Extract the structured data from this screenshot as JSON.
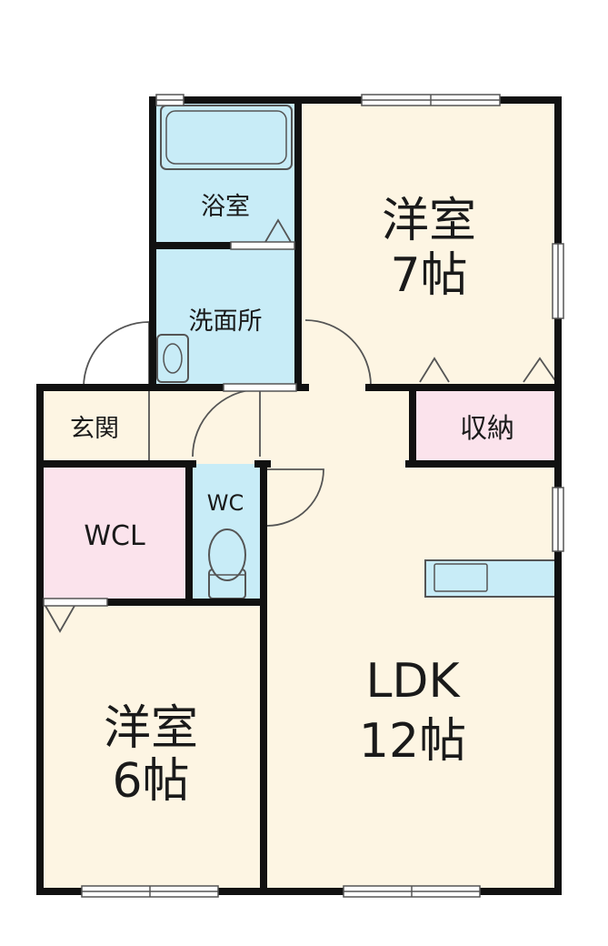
{
  "colors": {
    "wall": "#111111",
    "room_floor": "#fdf5e3",
    "wet_area": "#c8ecf7",
    "storage": "#fbe3ec",
    "outline": "#555555"
  },
  "rooms": {
    "bathroom": {
      "label": "浴室"
    },
    "washroom": {
      "label": "洗面所"
    },
    "western_room_large": {
      "label_line1": "洋室",
      "label_line2": "7帖"
    },
    "entrance": {
      "label": "玄関"
    },
    "storage": {
      "label": "収納"
    },
    "toilet": {
      "label": "WC"
    },
    "walk_in_closet": {
      "label": "WCL"
    },
    "western_room_small": {
      "label_line1": "洋室",
      "label_line2": "6帖"
    },
    "ldk": {
      "label_line1": "LDK",
      "label_line2": "12帖"
    }
  },
  "icons": [
    "bathtub-icon",
    "sink-icon",
    "toilet-icon",
    "kitchen-counter-icon"
  ]
}
